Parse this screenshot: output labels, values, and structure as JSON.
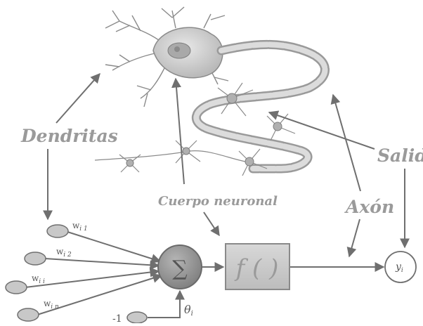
{
  "labels": {
    "dendritas": "Dendritas",
    "salida": "Salida",
    "cuerpo_neuronal": "Cuerpo neuronal",
    "axon": "Axón"
  },
  "weights": {
    "w1_base": "w",
    "w1_sub": "i 1",
    "w2_base": "w",
    "w2_sub": "i 2",
    "wi_base": "w",
    "wi_sub": "i i",
    "wn_base": "w",
    "wn_sub": "i n"
  },
  "bias": {
    "input_value": "-1",
    "theta_base": "θ",
    "theta_sub": "i"
  },
  "nodes": {
    "sum_symbol": "∑",
    "activation": "f ( )",
    "output_base": "y",
    "output_sub": "i"
  },
  "colors": {
    "line": "#6f6f6f",
    "label_gray": "#9a9a9a",
    "node_fill": "#c8c8c8",
    "sum_fill": "#8f8f8f",
    "neuron_fill": "#d6d6d6",
    "neuron_stroke": "#8a8a8a"
  }
}
